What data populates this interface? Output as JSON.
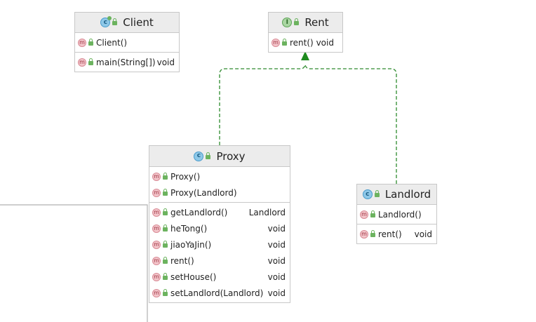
{
  "diagram": {
    "classes": {
      "client": {
        "name": "Client",
        "kind": "c-icon",
        "constructors": [
          {
            "name": "Client()",
            "type": ""
          }
        ],
        "methods": [
          {
            "name": "main(String[])",
            "type": "void"
          }
        ]
      },
      "rent": {
        "name": "Rent",
        "kind": "i-icon",
        "constructors": [],
        "methods": [
          {
            "name": "rent()",
            "type": "void"
          }
        ]
      },
      "proxy": {
        "name": "Proxy",
        "kind": "c-icon",
        "constructors": [
          {
            "name": "Proxy()",
            "type": ""
          },
          {
            "name": "Proxy(Landlord)",
            "type": ""
          }
        ],
        "methods": [
          {
            "name": "getLandlord()",
            "type": "Landlord"
          },
          {
            "name": "heTong()",
            "type": "void"
          },
          {
            "name": "jiaoYaJin()",
            "type": "void"
          },
          {
            "name": "rent()",
            "type": "void"
          },
          {
            "name": "setHouse()",
            "type": "void"
          },
          {
            "name": "setLandlord(Landlord)",
            "type": "void"
          }
        ]
      },
      "landlord": {
        "name": "Landlord",
        "kind": "c-icon",
        "constructors": [
          {
            "name": "Landlord()",
            "type": ""
          }
        ],
        "methods": [
          {
            "name": "rent()",
            "type": "void"
          }
        ]
      }
    },
    "icon_letters": {
      "class": "c",
      "interface": "I",
      "method": "m"
    },
    "colors": {
      "realization": "#2e8b2e",
      "connector": "#b0b0b0",
      "header_bg": "#ececec",
      "border": "#c8c8c8"
    },
    "relations": [
      {
        "from": "Proxy",
        "to": "Rent",
        "kind": "realization"
      },
      {
        "from": "Landlord",
        "to": "Rent",
        "kind": "realization"
      }
    ]
  }
}
